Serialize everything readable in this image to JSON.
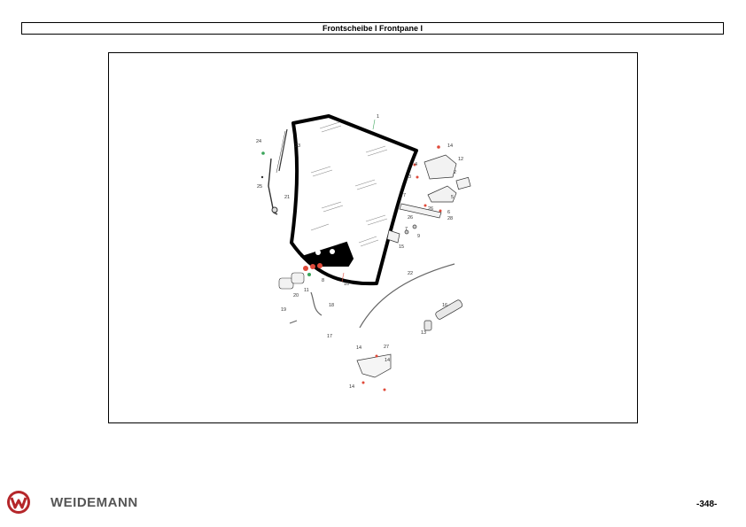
{
  "header": {
    "title": "Frontscheibe I Frontpane I"
  },
  "diagram": {
    "callouts": [
      "1",
      "24",
      "23",
      "21",
      "25",
      "14",
      "12",
      "2",
      "4",
      "3",
      "7",
      "5",
      "6",
      "28",
      "26",
      "26",
      "7",
      "9",
      "15",
      "22",
      "8",
      "10",
      "11",
      "20",
      "19",
      "18",
      "17",
      "16",
      "13",
      "14",
      "27",
      "14",
      "14"
    ]
  },
  "footer": {
    "brand": "WEIDEMANN",
    "page": "-348-"
  },
  "colors": {
    "brand_red": "#b5262a",
    "accent_green": "#3aa55a",
    "accent_red": "#e04a3a"
  }
}
